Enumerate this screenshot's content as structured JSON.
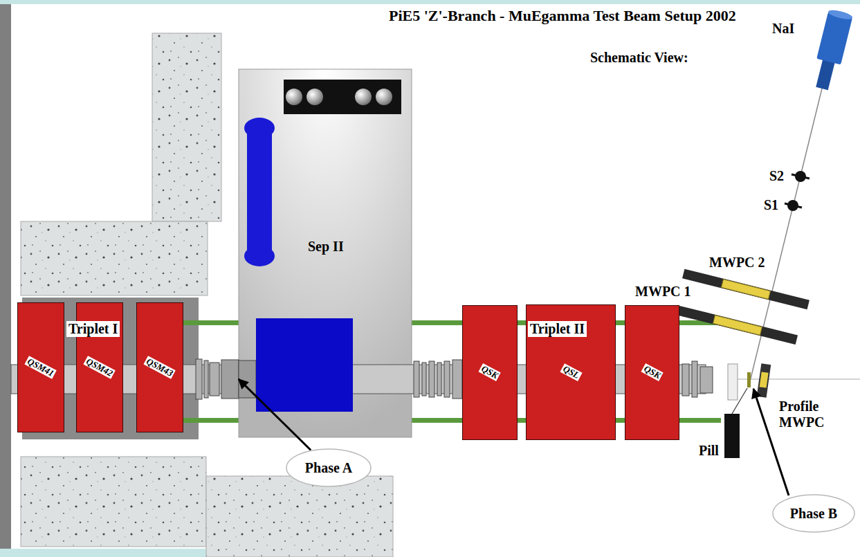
{
  "diagram": {
    "title": "PiE5 'Z'-Branch - MuEgamma Test Beam Setup 2002",
    "nodes": [
      {
        "text": [
          "QSM41"
        ]
      },
      {
        "text": [
          "QSM42"
        ]
      },
      {
        "text": [
          "QSM43"
        ]
      },
      {
        "text": [
          "Sep II"
        ]
      },
      {
        "text": [
          "QSK"
        ]
      },
      {
        "text": [
          "QSL"
        ]
      },
      {
        "text": [
          "QSK"
        ]
      },
      {
        "text": [
          "Phase A"
        ]
      },
      {
        "text": [
          "Phase B"
        ]
      }
    ],
    "edges": [
      {
        "from": 7,
        "to": 3,
        "arrow": "to"
      }
    ],
    "labels": [
      "Schematic View:",
      "Triplet I",
      "Triplet II",
      "NaI",
      "S2",
      "S1",
      "MWPC 2",
      "MWPC 1",
      "Pill",
      "Profile MWPC"
    ]
  }
}
